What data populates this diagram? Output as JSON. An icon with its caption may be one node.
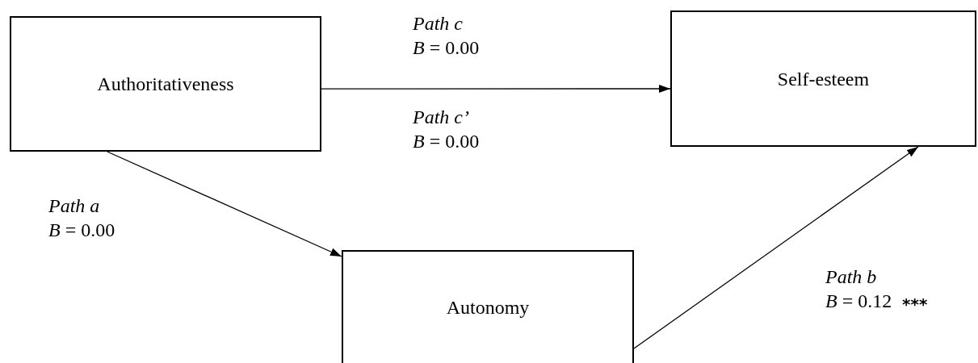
{
  "diagram": {
    "nodes": [
      {
        "text": [
          "Authoritativeness"
        ]
      },
      {
        "text": [
          "Self-esteem"
        ]
      },
      {
        "text": [
          "Autonomy"
        ]
      }
    ],
    "edges": [
      {
        "from": 0,
        "to": 1,
        "arrow": "to",
        "label": "*Path c* *B* = 0.00"
      },
      {
        "from": 0,
        "to": 2,
        "arrow": "to",
        "label": "*Path a* *B* = 0.00"
      },
      {
        "from": 2,
        "to": 1,
        "arrow": "to",
        "label": "*Path b* *B* = 0.12"
      }
    ],
    "labels": [
      "*Path c’* *B* = 0.00",
      "***"
    ]
  }
}
